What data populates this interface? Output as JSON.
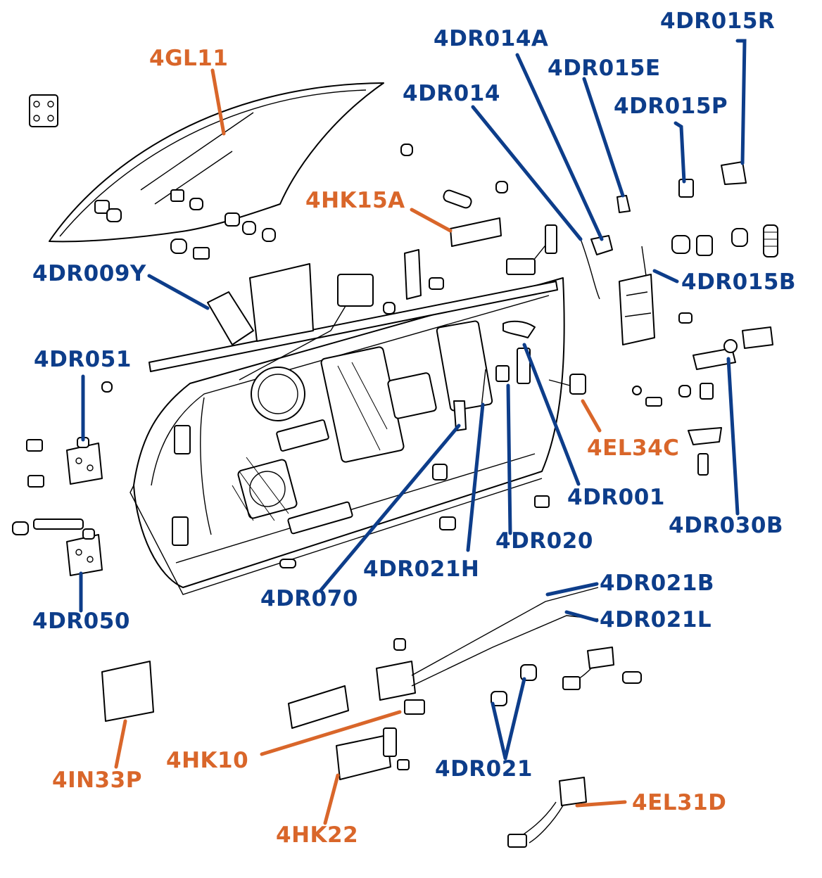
{
  "colors": {
    "blue_label": "#0d3d8a",
    "orange_label": "#d9662a",
    "linework": "#000000",
    "background": "#ffffff"
  },
  "labels": {
    "gl11": "4GL11",
    "dr014a": "4DR014A",
    "dr015r": "4DR015R",
    "dr015e": "4DR015E",
    "dr014": "4DR014",
    "dr015p": "4DR015P",
    "hk15a": "4HK15A",
    "dr009y": "4DR009Y",
    "dr015b": "4DR015B",
    "dr051": "4DR051",
    "el34c": "4EL34C",
    "dr001": "4DR001",
    "dr030b": "4DR030B",
    "dr020": "4DR020",
    "dr021h": "4DR021H",
    "dr070": "4DR070",
    "dr050": "4DR050",
    "dr021b": "4DR021B",
    "dr021l": "4DR021L",
    "hk10": "4HK10",
    "in33p": "4IN33P",
    "dr021": "4DR021",
    "el31d": "4EL31D",
    "hk22": "4HK22"
  }
}
